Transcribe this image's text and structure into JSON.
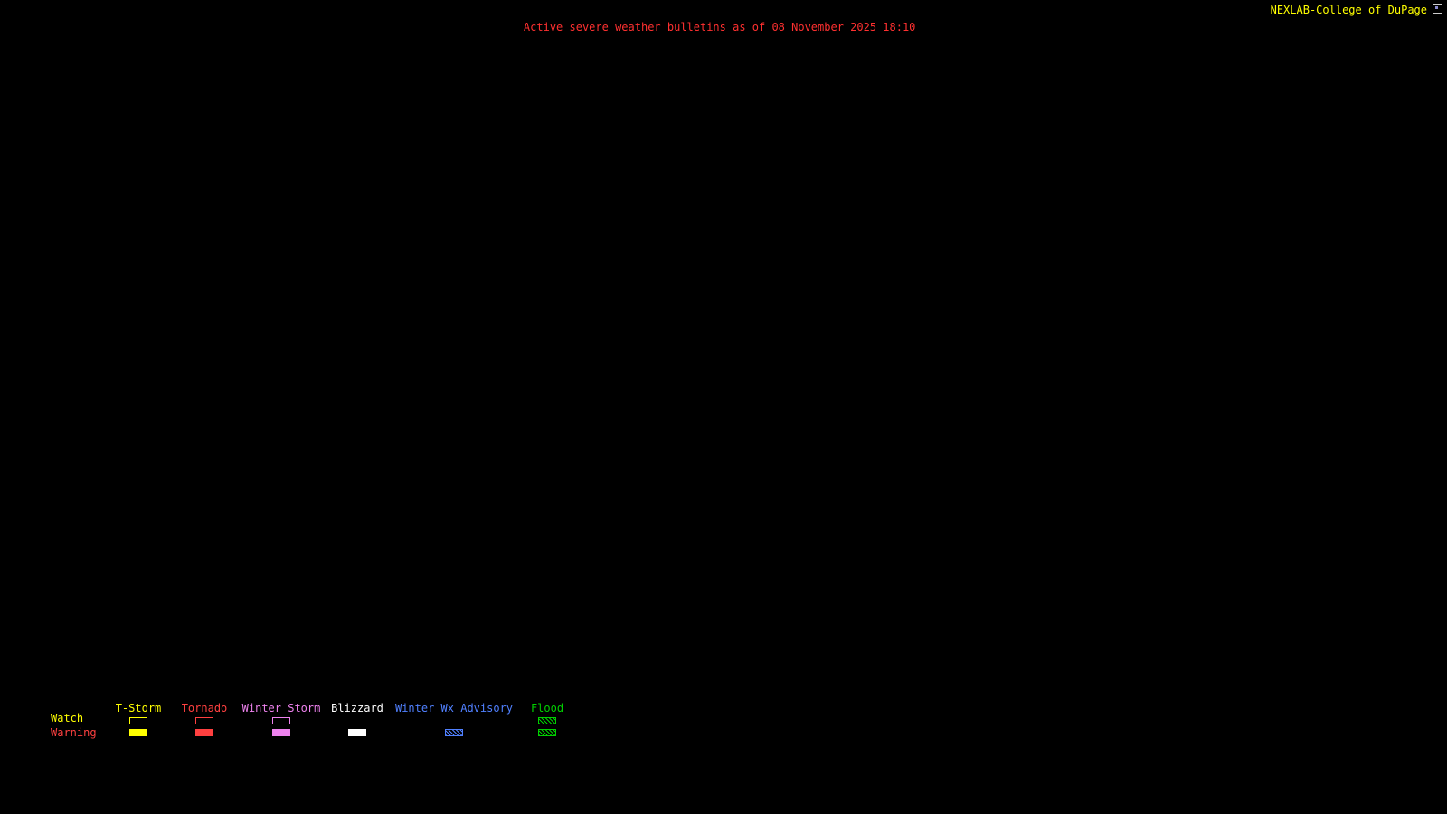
{
  "header": {
    "site_label": "NEXLAB-College of DuPage",
    "title": "Active severe weather bulletins as of 08 November 2025 18:10"
  },
  "colors": {
    "background": "#000000",
    "site_label": "#ffff00",
    "title": "#ff3030"
  },
  "legend": {
    "rows": [
      {
        "label": "Watch",
        "color": "#ffff00"
      },
      {
        "label": "Warning",
        "color": "#ff4040"
      }
    ],
    "columns": [
      {
        "label": "T-Storm",
        "color": "#ffff00",
        "watch": "outline",
        "warning": "fill"
      },
      {
        "label": "Tornado",
        "color": "#ff4040",
        "watch": "outline",
        "warning": "fill"
      },
      {
        "label": "Winter Storm",
        "color": "#ee82ee",
        "watch": "outline",
        "warning": "fill"
      },
      {
        "label": "Blizzard",
        "color": "#ffffff",
        "watch": "none",
        "warning": "fill"
      },
      {
        "label": "Winter Wx Advisory",
        "color": "#5080ff",
        "watch": "none",
        "warning": "hatch"
      },
      {
        "label": "Flood",
        "color": "#00d000",
        "watch": "hatch",
        "warning": "hatch"
      }
    ]
  }
}
